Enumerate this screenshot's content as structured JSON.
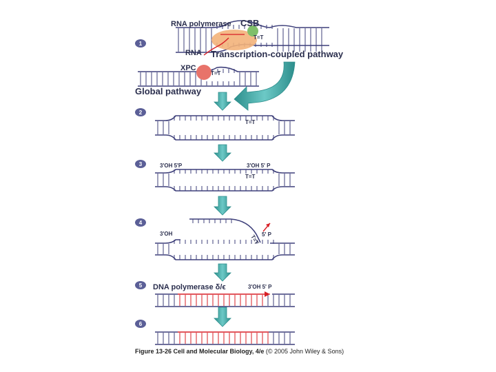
{
  "colors": {
    "strand": "#3d3f7a",
    "rung": "#3d3f7a",
    "new_dna": "#d81f26",
    "arrow_teal": "#4fb8b6",
    "arrow_teal_dark": "#2d8e8c",
    "badge": "#5b5f97",
    "rna_polymerase": "#f3b27a",
    "csb": "#7fbf6a",
    "xpc": "#e8736a",
    "caption_text": "#222222"
  },
  "steps": [
    "1",
    "2",
    "3",
    "4",
    "5",
    "6"
  ],
  "step1": {
    "rna_polymerase_label": "RNA polymerase",
    "csb_label": "CSB",
    "dimer_label_top": "T=T",
    "rna_label": "RNA",
    "transcription_label": "Transcription-coupled pathway",
    "xpc_label": "XPC",
    "dimer_label_bottom": "T=T",
    "global_label": "Global pathway"
  },
  "step2": {
    "dimer_label": "T=T"
  },
  "step3": {
    "left_ends": "3'OH 5'P",
    "right_ends": "3'OH  5' P",
    "dimer_label": "T=T"
  },
  "step4": {
    "left_end": "3'OH",
    "right_end": "5' P",
    "dimer_label": "T=T"
  },
  "step5": {
    "polymerase_label": "DNA polymerase δ/ϵ",
    "ends_label": "3'OH 5' P"
  },
  "caption": {
    "bold": "Figure 13-26  Cell and Molecular Biology, 4/e",
    "normal": " (© 2005 John Wiley & Sons)"
  }
}
